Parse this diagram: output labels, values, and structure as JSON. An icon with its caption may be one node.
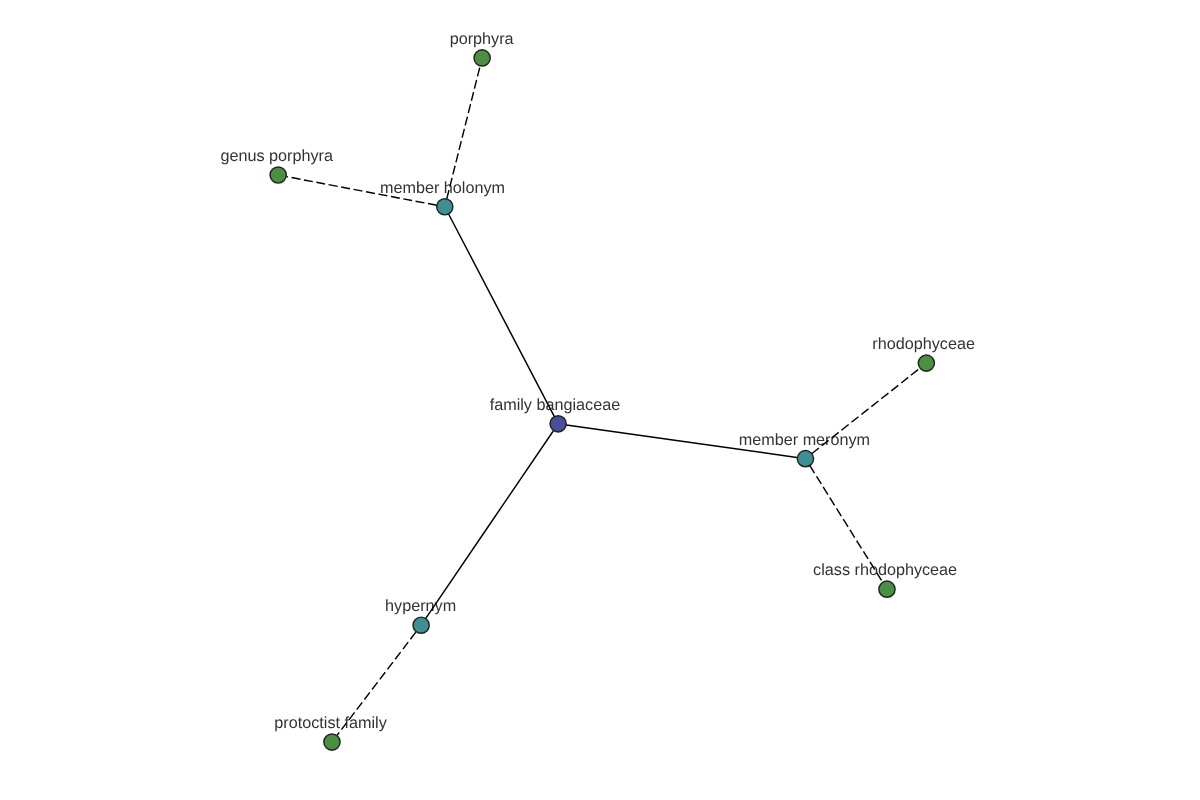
{
  "diagram": {
    "nodes": [
      {
        "text": [],
        "shape": "circle",
        "beside": [
          "porphyra"
        ]
      },
      {
        "text": [],
        "shape": "circle",
        "beside": [
          "genus porphyra"
        ]
      },
      {
        "text": [],
        "shape": "circle",
        "beside": [
          "member holonym"
        ]
      },
      {
        "text": [],
        "shape": "circle",
        "beside": [
          "class rhodophyceae"
        ]
      },
      {
        "text": [],
        "shape": "circle",
        "beside": [
          "member meronym"
        ]
      },
      {
        "text": [],
        "shape": "circle",
        "beside": [
          "family bangiaceae"
        ]
      },
      {
        "text": [],
        "shape": "circle",
        "beside": [
          "rhodophyceae"
        ]
      },
      {
        "text": [],
        "shape": "circle",
        "beside": [
          "hypernym"
        ]
      },
      {
        "text": [],
        "shape": "circle",
        "beside": [
          "protoctist family"
        ]
      }
    ],
    "edges": [
      {
        "from": 5,
        "to": 2,
        "arrow": "none"
      },
      {
        "from": 2,
        "to": 1,
        "arrow": "none",
        "style": "dashed"
      },
      {
        "from": 2,
        "to": 0,
        "arrow": "none",
        "style": "dashed"
      },
      {
        "from": 5,
        "to": 4,
        "arrow": "none"
      },
      {
        "from": 4,
        "to": 3,
        "arrow": "none",
        "style": "dashed"
      },
      {
        "from": 4,
        "to": 6,
        "arrow": "none",
        "style": "dashed"
      },
      {
        "from": 5,
        "to": 7,
        "arrow": "none"
      },
      {
        "from": 7,
        "to": 8,
        "arrow": "none",
        "style": "dashed"
      }
    ]
  }
}
